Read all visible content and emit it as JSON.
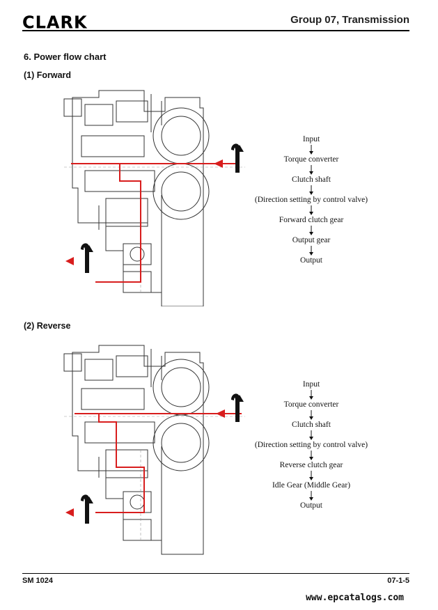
{
  "header": {
    "logo": "CLARK",
    "group_title": "Group 07, Transmission"
  },
  "section_title": "6. Power flow chart",
  "forward": {
    "title": "(1) Forward",
    "steps": [
      "Input",
      "Torque converter",
      "Clutch shaft",
      "(Direction setting by control valve)",
      "Forward clutch gear",
      "Output gear",
      "Output"
    ]
  },
  "reverse": {
    "title": "(2) Reverse",
    "steps": [
      "Input",
      "Torque converter",
      "Clutch shaft",
      "(Direction setting by control valve)",
      "Reverse clutch gear",
      "Idle Gear (Middle Gear)",
      "Output"
    ]
  },
  "footer": {
    "doc_code": "SM 1024",
    "page_number": "07-1-5",
    "website": "www.epcatalogs.com"
  },
  "colors": {
    "power_flow": "#d81d1d",
    "drawing_line": "#333333"
  }
}
